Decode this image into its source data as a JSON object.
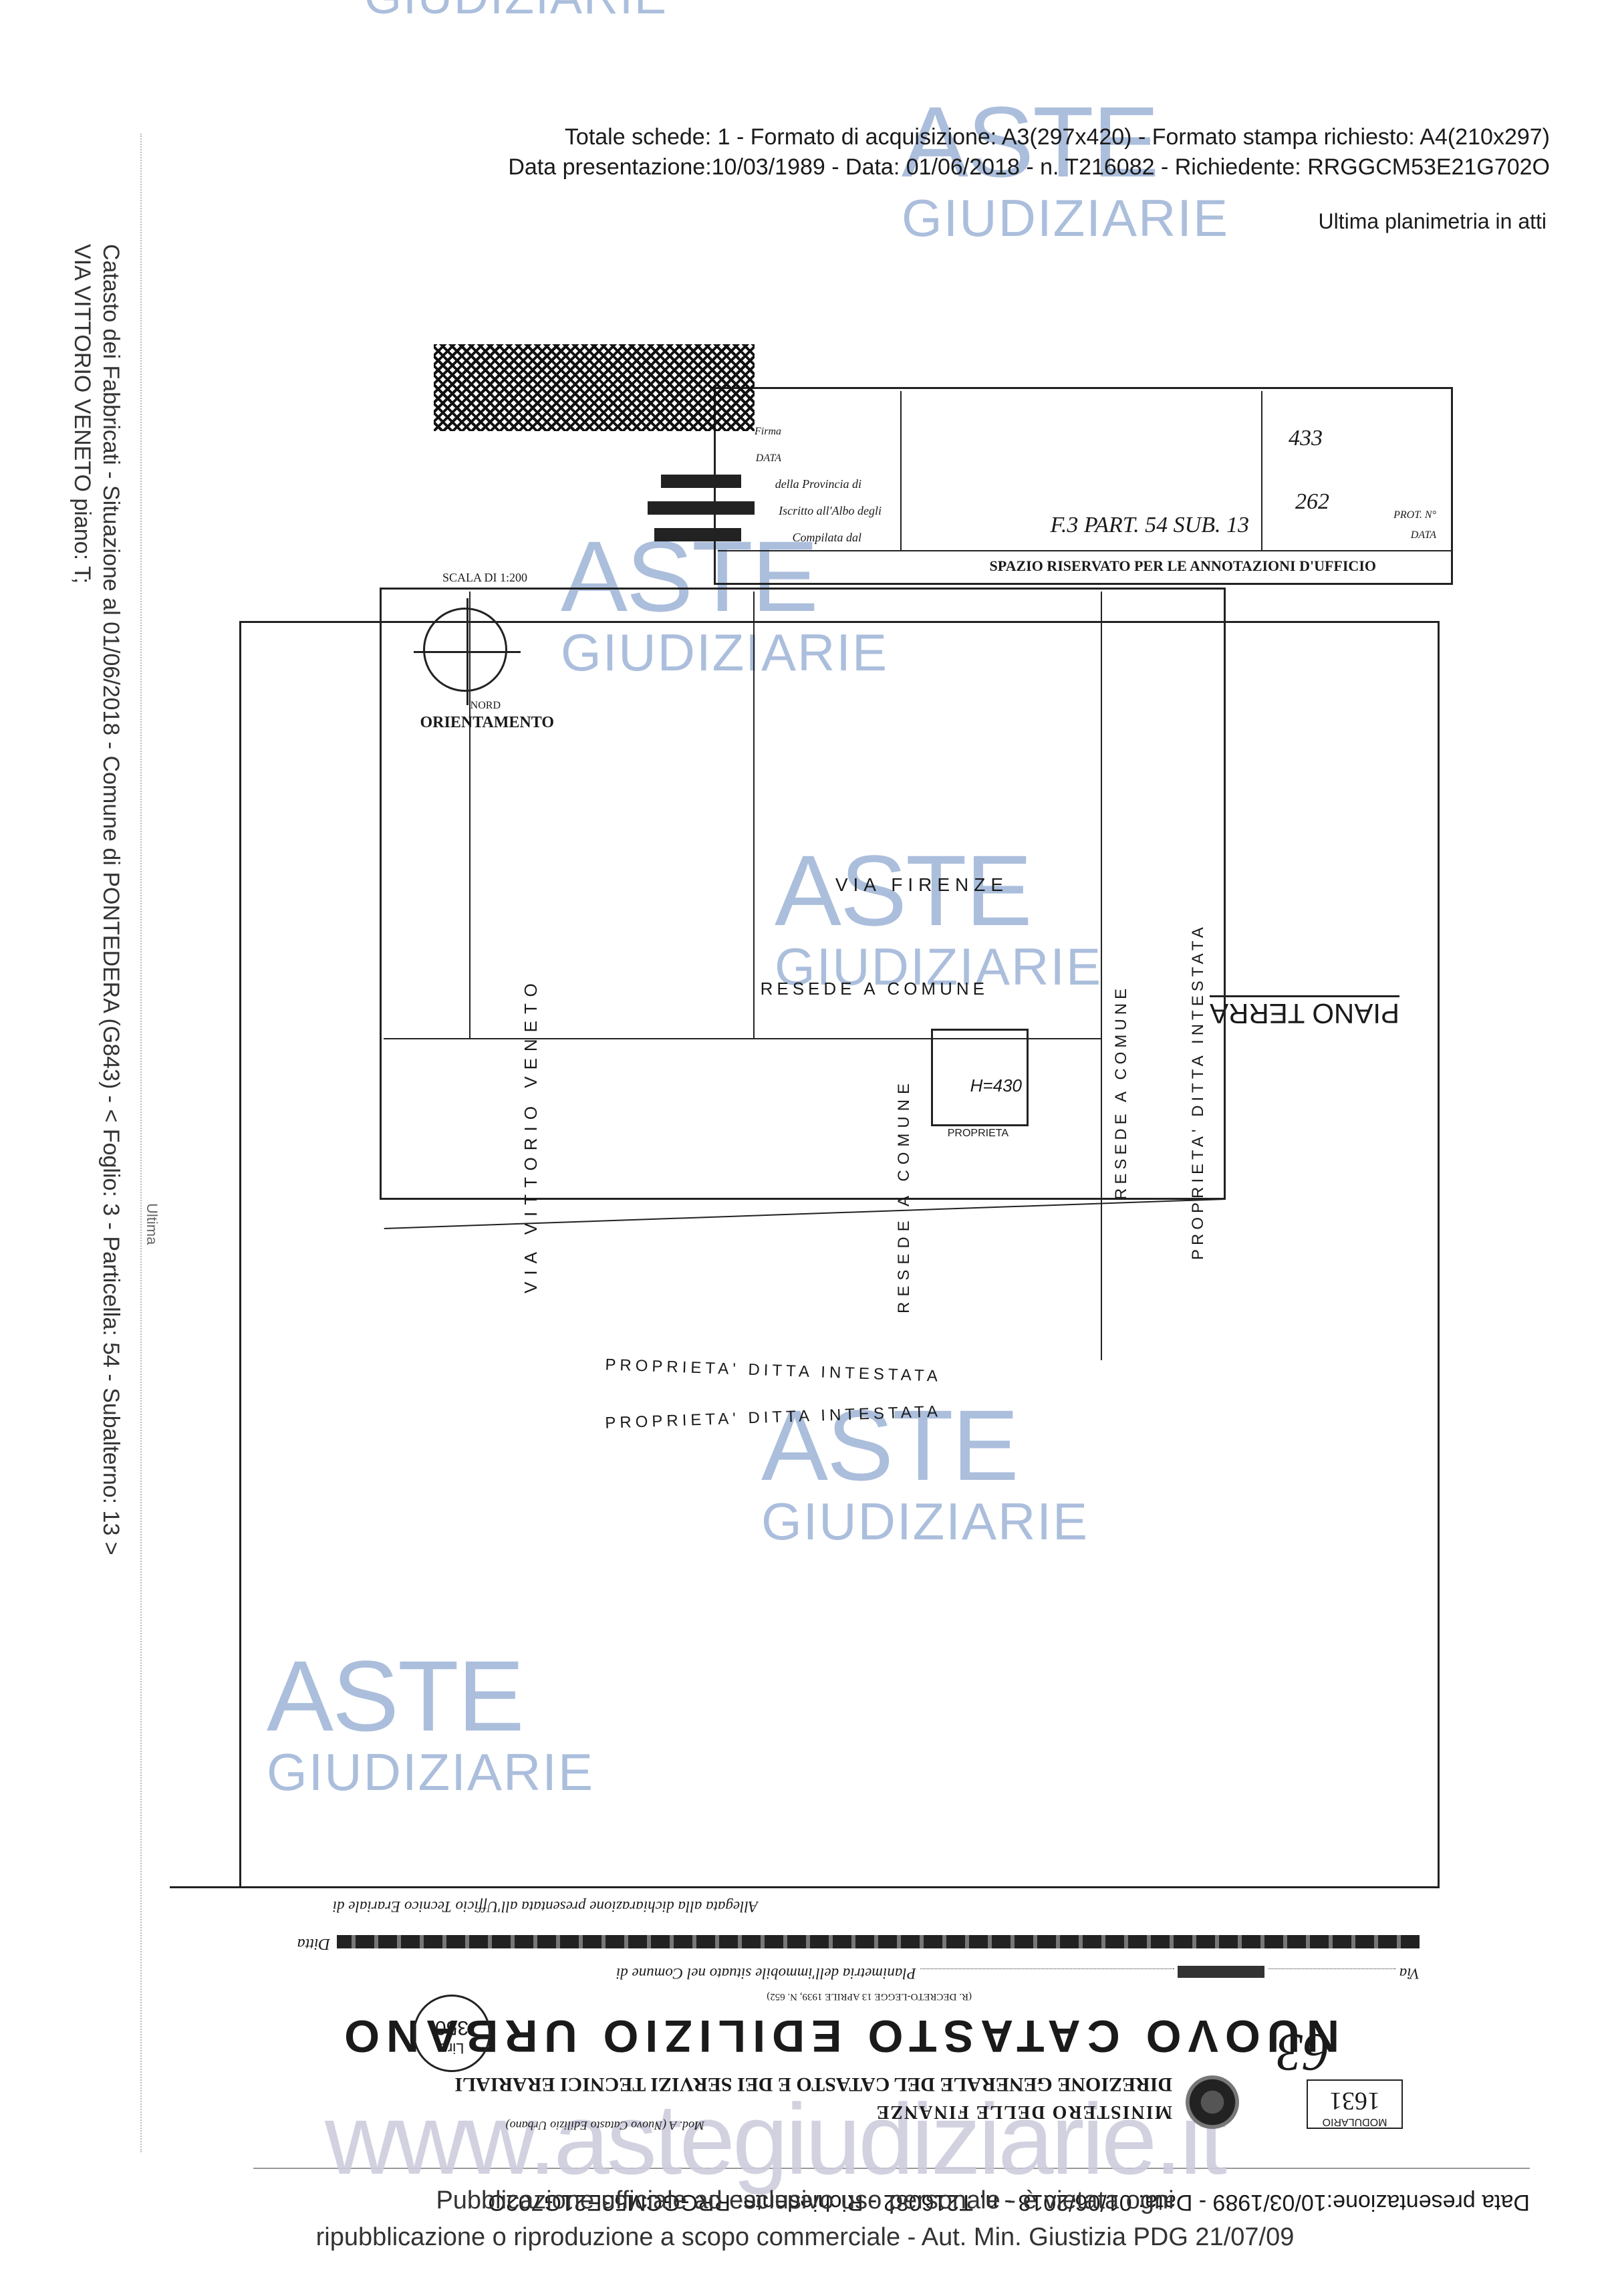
{
  "top_watermark": "GIUDIZIARIE",
  "side_text": {
    "line1": "Catasto dei Fabbricati - Situazione al 01/06/2018 - Comune di PONTEDERA (G843) - < Foglio: 3 - Particella: 54 - Subalterno: 13 >",
    "line2": "VIA VITTORIO VENETO piano: T;",
    "small": "Ultima"
  },
  "header": {
    "planimetria": "Ultima planimetria in atti",
    "presentazione": "Data presentazione:10/03/1989 - Data: 01/06/2018 - n. T216082 - Richiedente: RRGGCM53E21G702O",
    "schede": "Totale schede: 1 - Formato di acquisizione: A3(297x420) - Formato stampa richiesto: A4(210x297)"
  },
  "watermark": {
    "title": "ASTE",
    "subtitle": "GIUDIZIARIE"
  },
  "office_box": {
    "title": "SPAZIO RISERVATO PER LE ANNOTAZIONI D'UFFICIO",
    "data": "DATA",
    "prot": "PROT. N°",
    "num1": "433",
    "num2": "262",
    "ref": "F.3 PART. 54 SUB. 13",
    "compilata": "Compilata dal",
    "iscritto": "Iscritto all'Albo degli",
    "provincia": "della Provincia di",
    "data_firma": "DATA",
    "firma": "Firma"
  },
  "orientamento": {
    "label": "ORIENTAMENTO",
    "nord": "NORD",
    "scala": "SCALA DI 1:200"
  },
  "plan": {
    "via_firenze": "VIA FIRENZE",
    "via_vittorio": "VIA VITTORIO VENETO",
    "resede_top": "RESEDE A COMUNE",
    "resede_left": "RESEDE A COMUNE",
    "resede_mid": "RESEDE A COMUNE",
    "proprieta_right": "PROPRIETA' DITTA INTESTATA",
    "proprieta_bottom1": "PROPRIETA' DITTA INTESTATA",
    "proprieta_bottom2": "PROPRIETA' DITTA INTESTATA",
    "h_label": "H=430",
    "proprieta_small": "PROPRIETA",
    "piano": "PIANO TERRA"
  },
  "form": {
    "title": "NUOVO CATASTO EDILIZIO URBANO",
    "ministero": "MINISTERO DELLE FINANZE",
    "direzione": "DIREZIONE GENERALE DEL CATASTO E DEI SERVIZI TECNICI ERARIALI",
    "decreto": "(R. DECRETO-LEGGE 13 APRILE 1939, N. 652)",
    "planimetria": "Planimetria dell'immobile situato nel Comune di",
    "via": "Via",
    "ditta": "Ditta",
    "allegata": "Allegata alla dichiarazione presentata all'Ufficio Tecnico Erariale di",
    "lire": "Lire",
    "lire_val": "350",
    "mod": "Mod. A (Nuovo Catasto Edilizio Urbano)",
    "modulario": "MODULARIO",
    "page": "63",
    "stamp": "1631",
    "presentazione_bottom": "Data presentazione:10/03/1989 - Data: 01/06/2018 - n. T216082 - Richiedente: RRGGCM53E21G702O"
  },
  "site_watermark": "www.astegiudiziarie.it",
  "footer": {
    "line1": "Pubblicazione ufficiale ad esclusivo uso personale - è vietata ogni",
    "line2": "ripubblicazione o riproduzione a scopo commerciale - Aut. Min. Giustizia PDG 21/07/09"
  }
}
